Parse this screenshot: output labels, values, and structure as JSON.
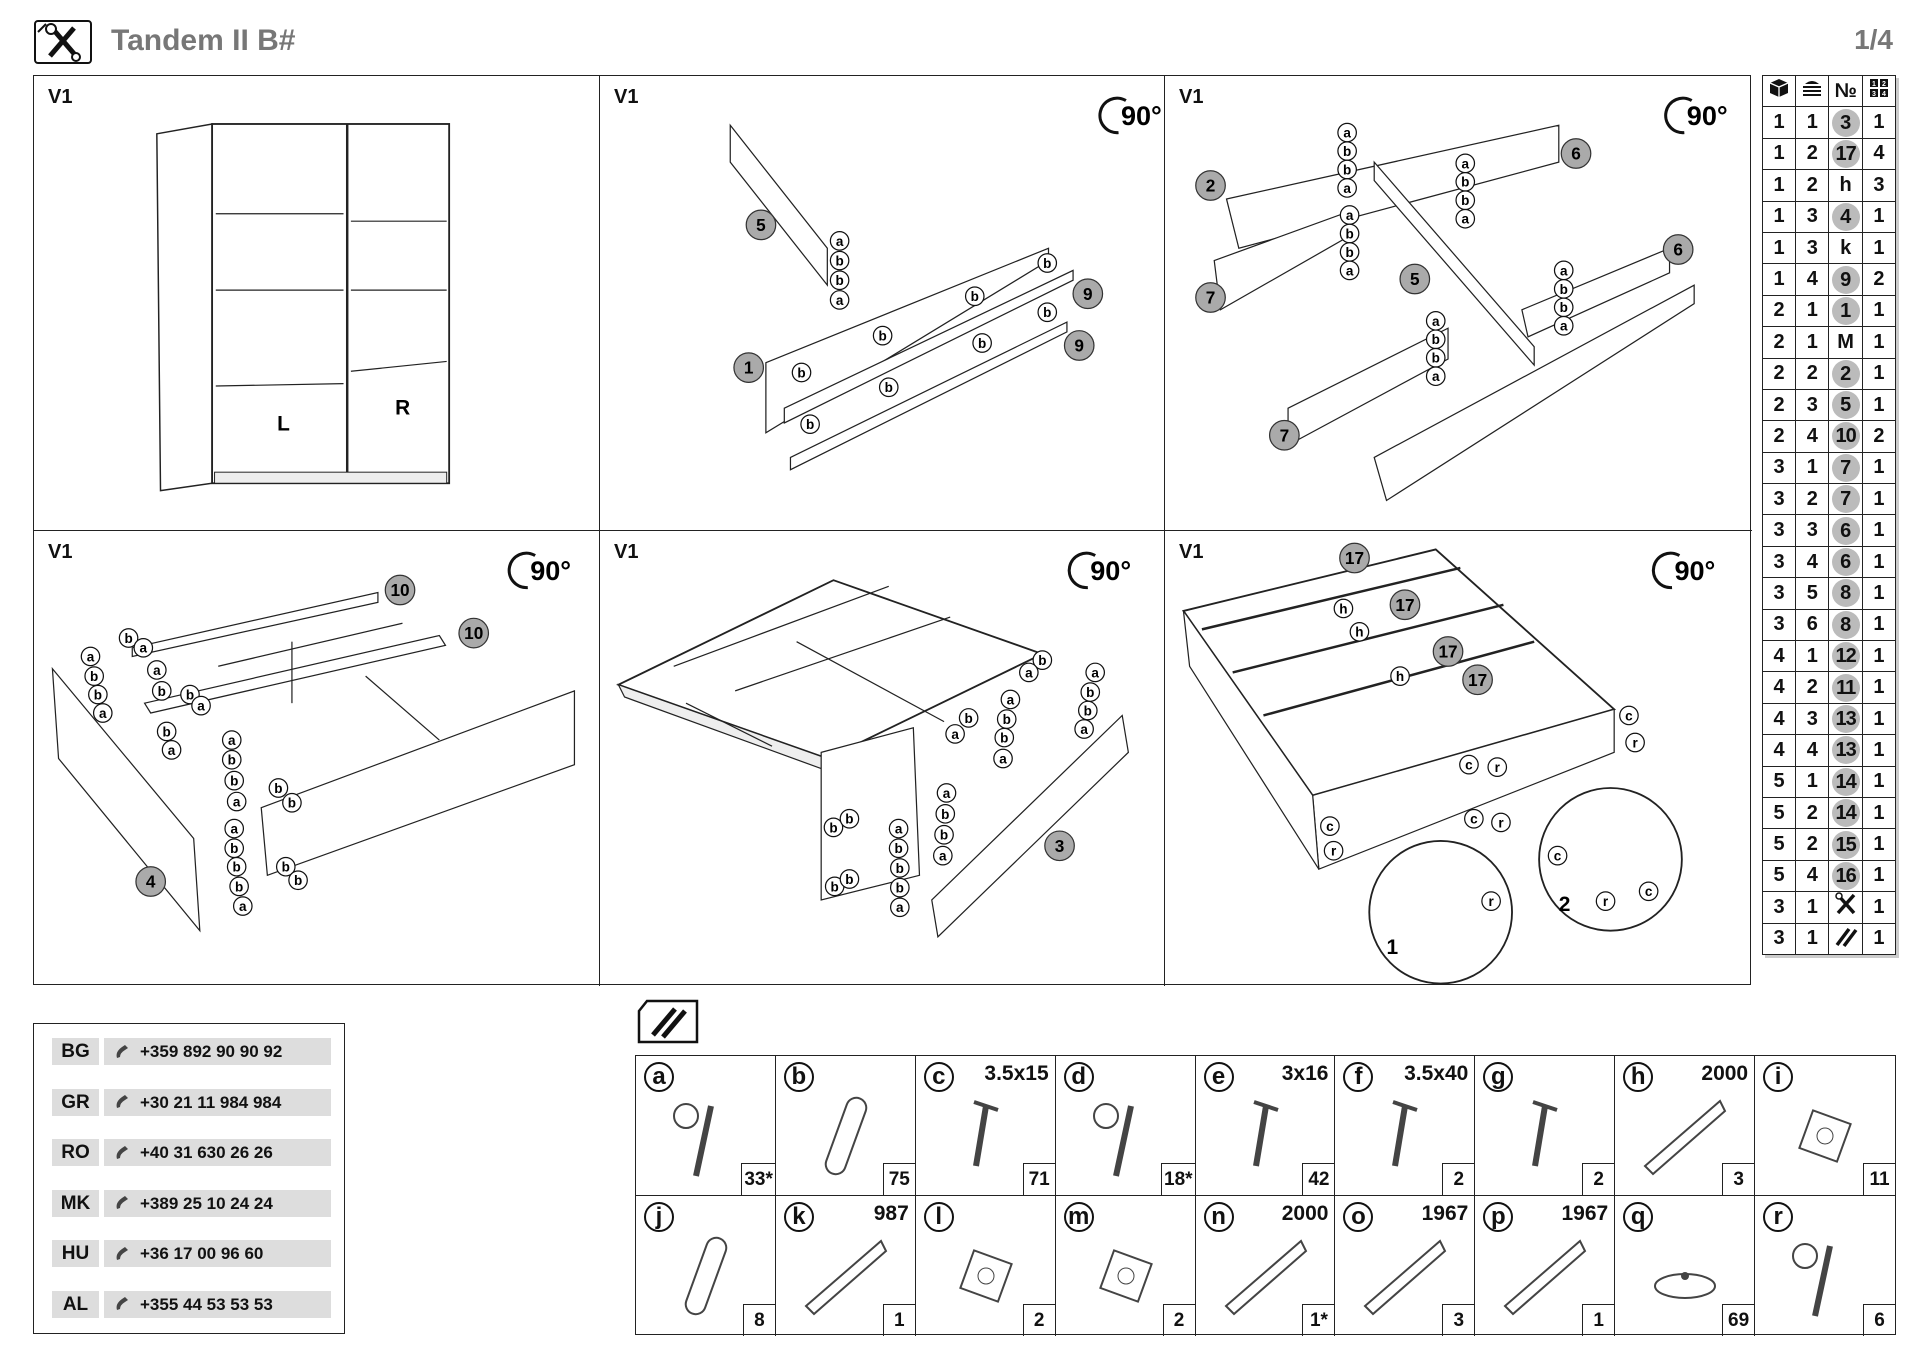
{
  "header": {
    "title": "Tandem II B#",
    "page": "1/4",
    "icon": "tools-icon"
  },
  "panels": [
    {
      "label": "V1",
      "door_labels": [
        "L",
        "R"
      ]
    },
    {
      "label": "V1",
      "rotate": "90°",
      "numbers": [
        "5",
        "1",
        "9",
        "9"
      ],
      "letters": "abbabbbbbbbb"
    },
    {
      "label": "V1",
      "rotate": "90°",
      "numbers": [
        "2",
        "6",
        "6",
        "7",
        "7",
        "5"
      ],
      "letters": "abbaabbaabbaabbaabba"
    },
    {
      "label": "V1",
      "rotate": "90°",
      "numbers": [
        "10",
        "10",
        "4"
      ],
      "letters": "abbabaabbabaabbabbabbbabb"
    },
    {
      "label": "V1",
      "rotate": "90°",
      "numbers": [
        "3"
      ],
      "letters": "abbabaabbabaabbaabbbabbbb"
    },
    {
      "label": "V1",
      "rotate": "90°",
      "numbers": [
        "17",
        "17",
        "17",
        "17"
      ],
      "letters": "hhhcrcrcrcrrcrc",
      "detail_labels": [
        "1",
        "2"
      ]
    }
  ],
  "table": {
    "header_icons": [
      "box-icon",
      "layers-icon",
      "number-sign",
      "quantity-icon"
    ],
    "header_number": "№",
    "rows": [
      [
        "1",
        "1",
        "3",
        "1"
      ],
      [
        "1",
        "2",
        "17",
        "4"
      ],
      [
        "1",
        "2",
        "h",
        "3"
      ],
      [
        "1",
        "3",
        "4",
        "1"
      ],
      [
        "1",
        "3",
        "k",
        "1"
      ],
      [
        "1",
        "4",
        "9",
        "2"
      ],
      [
        "2",
        "1",
        "1",
        "1"
      ],
      [
        "2",
        "1",
        "M",
        "1"
      ],
      [
        "2",
        "2",
        "2",
        "1"
      ],
      [
        "2",
        "3",
        "5",
        "1"
      ],
      [
        "2",
        "4",
        "10",
        "2"
      ],
      [
        "3",
        "1",
        "7",
        "1"
      ],
      [
        "3",
        "2",
        "7",
        "1"
      ],
      [
        "3",
        "3",
        "6",
        "1"
      ],
      [
        "3",
        "4",
        "6",
        "1"
      ],
      [
        "3",
        "5",
        "8",
        "1"
      ],
      [
        "3",
        "6",
        "8",
        "1"
      ],
      [
        "4",
        "1",
        "12",
        "1"
      ],
      [
        "4",
        "2",
        "11",
        "1"
      ],
      [
        "4",
        "3",
        "13",
        "1"
      ],
      [
        "4",
        "4",
        "13",
        "1"
      ],
      [
        "5",
        "1",
        "14",
        "1"
      ],
      [
        "5",
        "2",
        "14",
        "1"
      ],
      [
        "5",
        "2",
        "15",
        "1"
      ],
      [
        "5",
        "4",
        "16",
        "1"
      ],
      [
        "3",
        "1",
        "tools-icon",
        "1"
      ],
      [
        "3",
        "1",
        "hardware-icon",
        "1"
      ]
    ]
  },
  "contacts": [
    {
      "code": "BG",
      "phone": "+359 892 90 90 92"
    },
    {
      "code": "GR",
      "phone": "+30 21 11 984 984"
    },
    {
      "code": "RO",
      "phone": "+40 31 630 26 26"
    },
    {
      "code": "MK",
      "phone": "+389 25 10 24 24"
    },
    {
      "code": "HU",
      "phone": "+36 17 00 96 60"
    },
    {
      "code": "AL",
      "phone": "+355 44 53 53 53"
    }
  ],
  "hardware": {
    "icon": "hardware-icon",
    "parts": [
      {
        "id": "a",
        "size": "",
        "count": "33*"
      },
      {
        "id": "b",
        "size": "",
        "count": "75"
      },
      {
        "id": "c",
        "size": "3.5x15",
        "count": "71"
      },
      {
        "id": "d",
        "size": "",
        "count": "18*"
      },
      {
        "id": "e",
        "size": "3x16",
        "count": "42"
      },
      {
        "id": "f",
        "size": "3.5x40",
        "count": "2"
      },
      {
        "id": "g",
        "size": "",
        "count": "2"
      },
      {
        "id": "h",
        "size": "2000",
        "count": "3"
      },
      {
        "id": "i",
        "size": "",
        "count": "11"
      },
      {
        "id": "j",
        "size": "",
        "count": "8"
      },
      {
        "id": "k",
        "size": "987",
        "count": "1"
      },
      {
        "id": "l",
        "size": "",
        "count": "2"
      },
      {
        "id": "m",
        "size": "",
        "count": "2"
      },
      {
        "id": "n",
        "size": "2000",
        "count": "1*"
      },
      {
        "id": "o",
        "size": "1967",
        "count": "3"
      },
      {
        "id": "p",
        "size": "1967",
        "count": "1"
      },
      {
        "id": "q",
        "size": "",
        "count": "69"
      },
      {
        "id": "r",
        "size": "",
        "count": "6"
      }
    ]
  }
}
